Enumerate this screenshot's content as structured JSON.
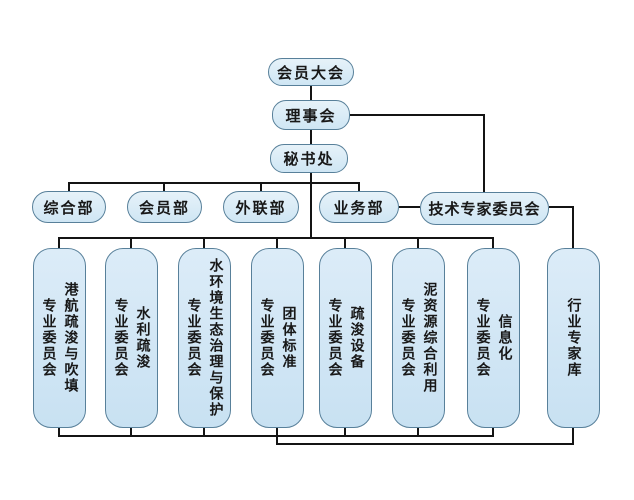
{
  "org": {
    "root": {
      "label": "会员大会"
    },
    "council": {
      "label": "理事会"
    },
    "secretariat": {
      "label": "秘书处"
    },
    "departments": [
      {
        "label": "综合部"
      },
      {
        "label": "会员部"
      },
      {
        "label": "外联部"
      },
      {
        "label": "业务部"
      },
      {
        "label": "技术专家委员会"
      }
    ],
    "committees": [
      {
        "lines": [
          "港航疏浚与吹填",
          "专业委员会"
        ]
      },
      {
        "lines": [
          "水利疏浚",
          "专业委员会"
        ]
      },
      {
        "lines": [
          "水环境生态治理与保护",
          "专业委员会"
        ]
      },
      {
        "lines": [
          "团体标准",
          "专业委员会"
        ]
      },
      {
        "lines": [
          "疏浚设备",
          "专业委员会"
        ]
      },
      {
        "lines": [
          "泥资源综合利用",
          "专业委员会"
        ]
      },
      {
        "lines": [
          "信息化",
          "专业委员会"
        ]
      },
      {
        "lines": [
          "行业专家库"
        ]
      }
    ],
    "colors": {
      "box_fill": "#cfe6f4",
      "box_border": "#58809a",
      "line": "#141414",
      "background": "#ffffff"
    }
  }
}
